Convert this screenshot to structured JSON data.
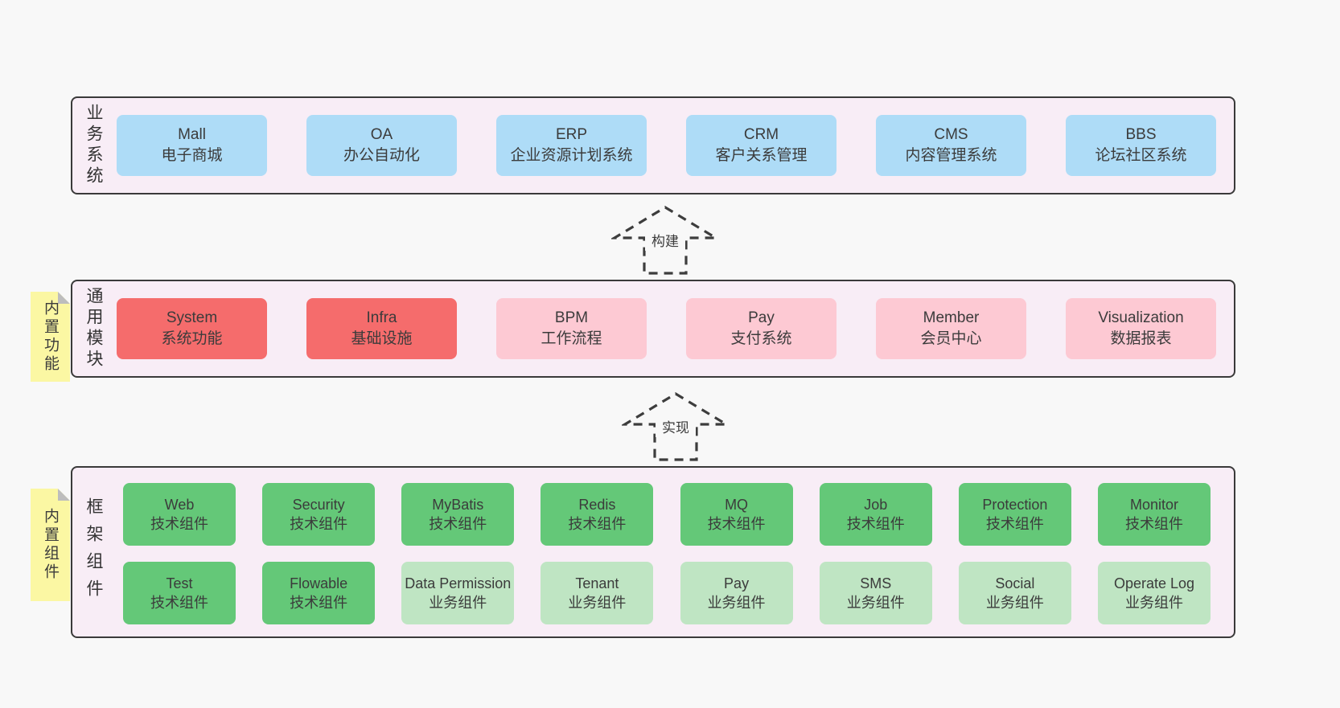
{
  "diagram": {
    "type": "layered-architecture",
    "arrows": [
      {
        "label": "构建"
      },
      {
        "label": "实现"
      }
    ],
    "bands": [
      {
        "id": "business-systems",
        "label": "业务系统",
        "boxes": [
          {
            "title": "Mall",
            "subtitle": "电子商城",
            "color": "blue"
          },
          {
            "title": "OA",
            "subtitle": "办公自动化",
            "color": "blue"
          },
          {
            "title": "ERP",
            "subtitle": "企业资源计划系统",
            "color": "blue"
          },
          {
            "title": "CRM",
            "subtitle": "客户关系管理",
            "color": "blue"
          },
          {
            "title": "CMS",
            "subtitle": "内容管理系统",
            "color": "blue"
          },
          {
            "title": "BBS",
            "subtitle": "论坛社区系统",
            "color": "blue"
          }
        ]
      },
      {
        "id": "common-modules",
        "label": "通用模块",
        "note": "内置功能",
        "boxes": [
          {
            "title": "System",
            "subtitle": "系统功能",
            "color": "red"
          },
          {
            "title": "Infra",
            "subtitle": "基础设施",
            "color": "red"
          },
          {
            "title": "BPM",
            "subtitle": "工作流程",
            "color": "pink"
          },
          {
            "title": "Pay",
            "subtitle": "支付系统",
            "color": "pink"
          },
          {
            "title": "Member",
            "subtitle": "会员中心",
            "color": "pink"
          },
          {
            "title": "Visualization",
            "subtitle": "数据报表",
            "color": "pink"
          }
        ]
      },
      {
        "id": "framework-components",
        "label": "框架组件",
        "note": "内置组件",
        "rows": [
          [
            {
              "title": "Web",
              "subtitle": "技术组件",
              "color": "green"
            },
            {
              "title": "Security",
              "subtitle": "技术组件",
              "color": "green"
            },
            {
              "title": "MyBatis",
              "subtitle": "技术组件",
              "color": "green"
            },
            {
              "title": "Redis",
              "subtitle": "技术组件",
              "color": "green"
            },
            {
              "title": "MQ",
              "subtitle": "技术组件",
              "color": "green"
            },
            {
              "title": "Job",
              "subtitle": "技术组件",
              "color": "green"
            },
            {
              "title": "Protection",
              "subtitle": "技术组件",
              "color": "green"
            },
            {
              "title": "Monitor",
              "subtitle": "技术组件",
              "color": "green"
            }
          ],
          [
            {
              "title": "Test",
              "subtitle": "技术组件",
              "color": "green"
            },
            {
              "title": "Flowable",
              "subtitle": "技术组件",
              "color": "green"
            },
            {
              "title": "Data Permission",
              "subtitle": "业务组件",
              "color": "light_green"
            },
            {
              "title": "Tenant",
              "subtitle": "业务组件",
              "color": "light_green"
            },
            {
              "title": "Pay",
              "subtitle": "业务组件",
              "color": "light_green"
            },
            {
              "title": "SMS",
              "subtitle": "业务组件",
              "color": "light_green"
            },
            {
              "title": "Social",
              "subtitle": "业务组件",
              "color": "light_green"
            },
            {
              "title": "Operate Log",
              "subtitle": "业务组件",
              "color": "light_green"
            }
          ]
        ]
      }
    ],
    "colors": {
      "page_bg": "#f8f8f8",
      "band_bg": "#f8edf6",
      "band_border": "#3a3a3a",
      "blue": "#aedcf7",
      "red": "#f56c6c",
      "pink": "#fdc9d3",
      "green": "#64c878",
      "light_green": "#bfe5c3",
      "note_yellow": "#fbf7a3",
      "note_fold": "#bdbdbd",
      "text": "#3b3b3b"
    }
  }
}
